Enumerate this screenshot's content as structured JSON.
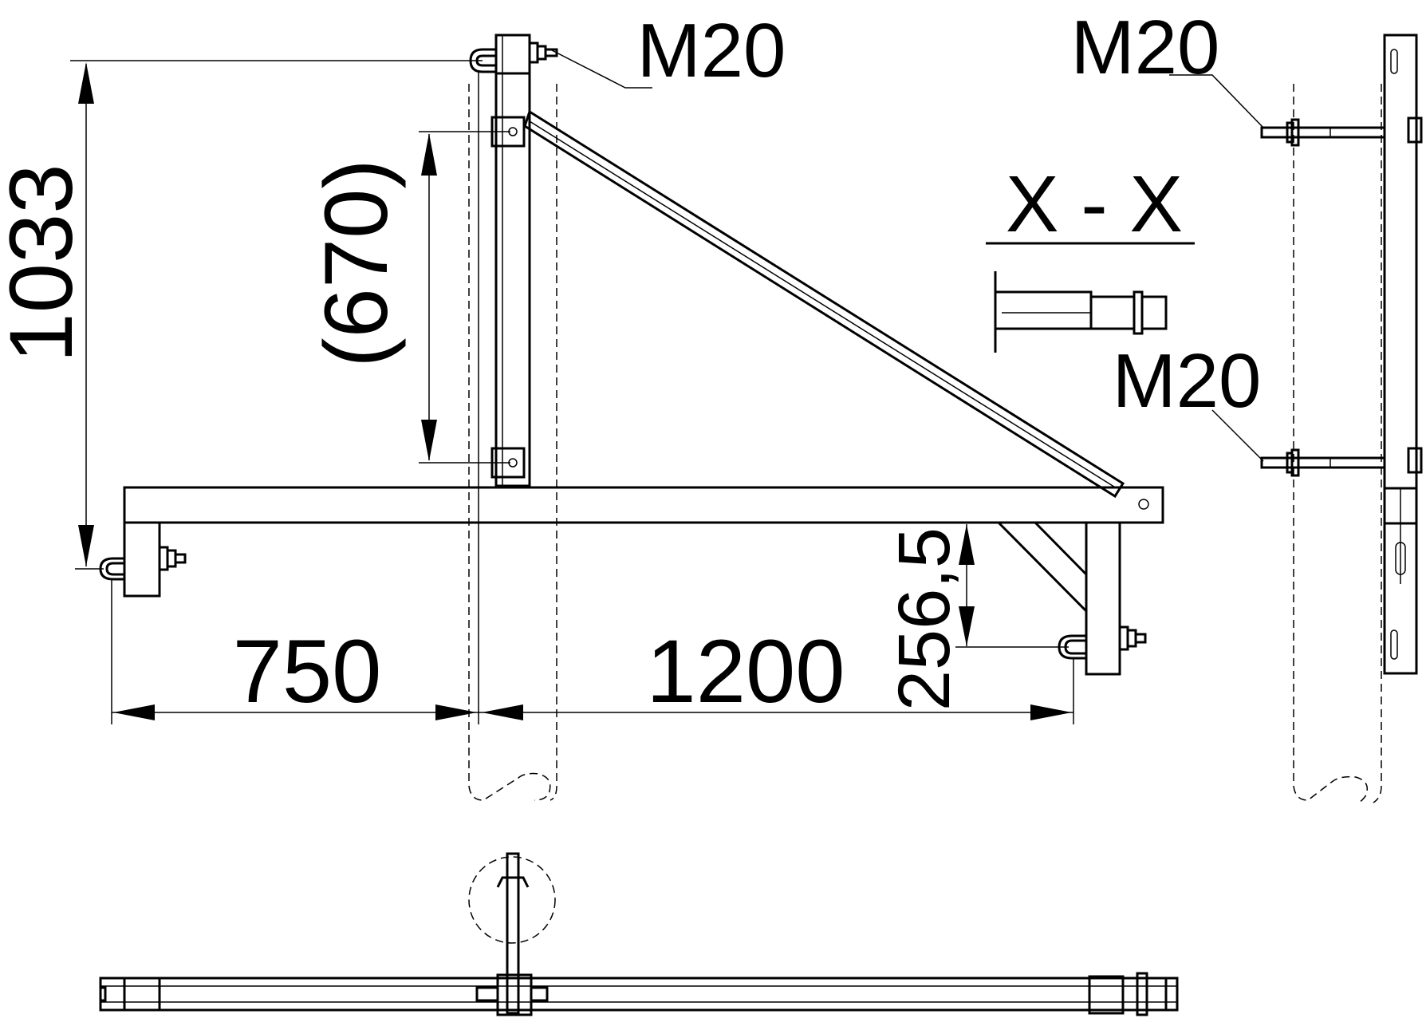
{
  "labels": {
    "thread_top": "M20",
    "thread_side_top": "M20",
    "thread_side_mid": "M20",
    "section": "X - X"
  },
  "dimensions": {
    "total_height": "1033",
    "brace_spacing": "(670)",
    "rear_offset": "750",
    "arm_length": "1200",
    "hook_drop": "256,5"
  }
}
